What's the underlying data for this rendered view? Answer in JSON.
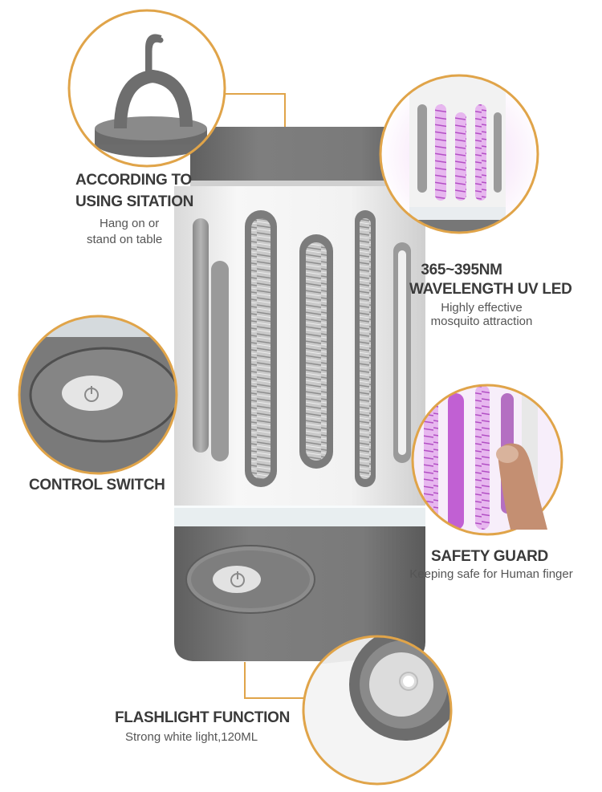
{
  "colors": {
    "accent_line": "#e0a449",
    "shell_gray": "#767676",
    "body_white": "#efefef",
    "uv_purple": "#c86ad8"
  },
  "callouts": {
    "hook": {
      "title_line1": "ACCORDING TO",
      "title_line2": "USING SITATION",
      "desc_line1": "Hang on or",
      "desc_line2": "stand on table"
    },
    "uv_led": {
      "title_line1": "365~395NM",
      "title_line2": "WAVELENGTH UV LED",
      "desc_line1": "Highly effective",
      "desc_line2": "mosquito attraction"
    },
    "switch": {
      "title": "CONTROL SWITCH"
    },
    "safety": {
      "title": "SAFETY  GUARD",
      "desc": "Keeping safe for Human finger"
    },
    "flashlight": {
      "title": "FLASHLIGHT FUNCTION",
      "desc": "Strong white light,120ML"
    }
  },
  "icons": [
    "hook-icon",
    "power-icon",
    "finger-icon",
    "flashlight-lens-icon"
  ]
}
